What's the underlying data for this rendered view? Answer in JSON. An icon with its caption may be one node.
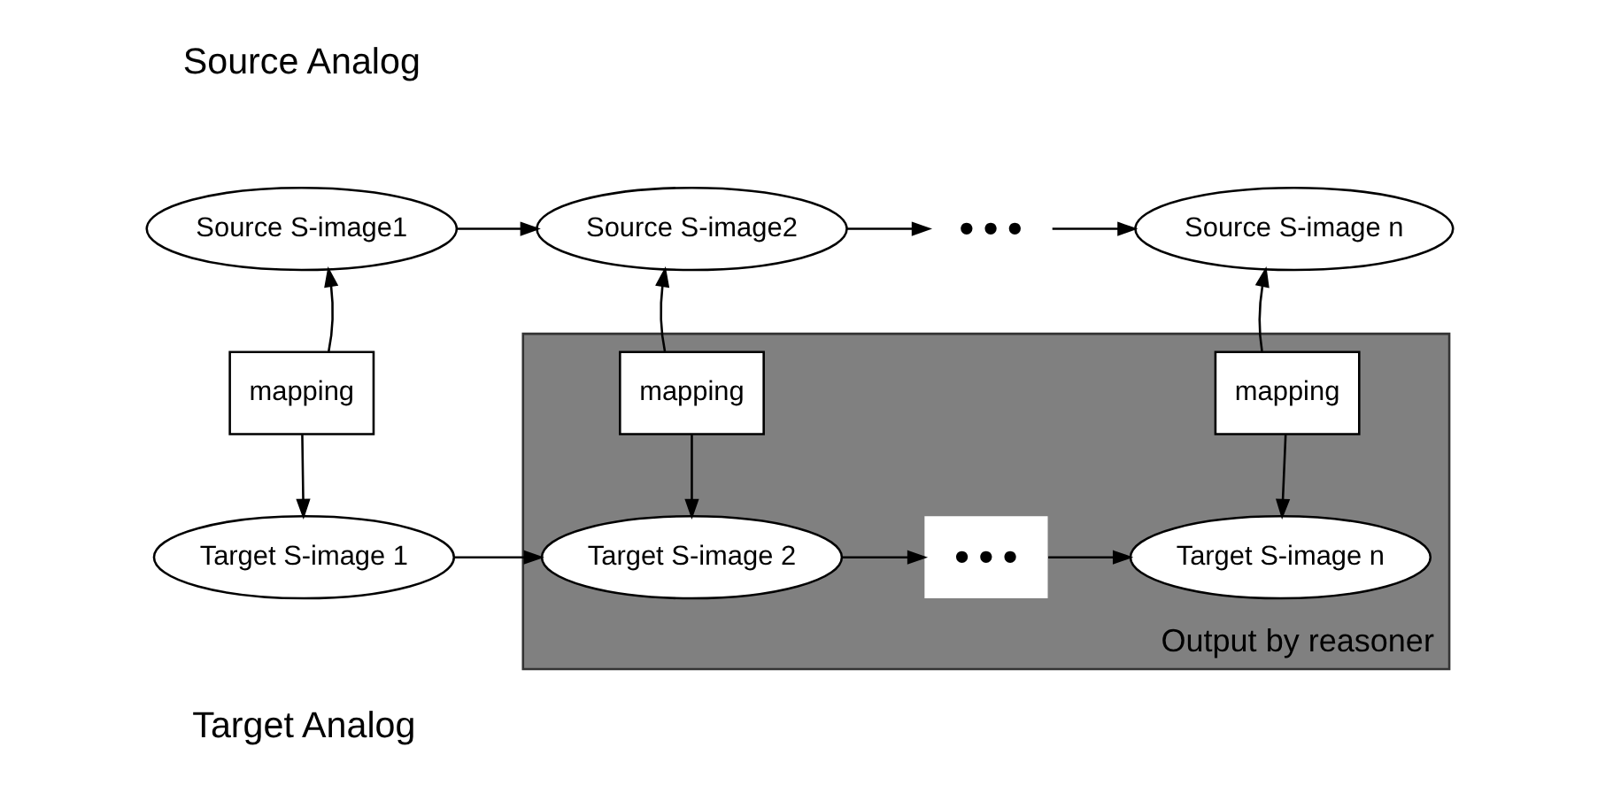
{
  "diagram": {
    "nodes": [
      {
        "text": [
          "Source S-image1"
        ]
      },
      {
        "text": [
          "Source S-image2"
        ]
      },
      {
        "text": [
          "● ● ●"
        ]
      },
      {
        "text": [
          "Source S-image n"
        ]
      },
      {
        "text": [
          "Output by reasoner"
        ]
      },
      {
        "text": [
          "mapping"
        ]
      },
      {
        "text": [
          "mapping"
        ],
        "in": 4
      },
      {
        "text": [
          "mapping"
        ],
        "in": 4
      },
      {
        "text": [
          "Target S-image 1"
        ]
      },
      {
        "text": [
          "Target S-image 2"
        ],
        "in": 4
      },
      {
        "text": [
          "● ● ●"
        ],
        "in": 4
      },
      {
        "text": [
          "Target S-image n"
        ],
        "in": 4
      }
    ],
    "edges": [
      {
        "from": 0,
        "to": 1,
        "arrow": "to"
      },
      {
        "from": 1,
        "to": 2,
        "arrow": "to"
      },
      {
        "from": 2,
        "to": 3,
        "arrow": "to"
      },
      {
        "from": 5,
        "to": 0,
        "arrow": "to"
      },
      {
        "from": 5,
        "to": 8,
        "arrow": "to"
      },
      {
        "from": 6,
        "to": 1,
        "arrow": "to"
      },
      {
        "from": 6,
        "to": 9,
        "arrow": "to"
      },
      {
        "from": 7,
        "to": 3,
        "arrow": "to"
      },
      {
        "from": 7,
        "to": 11,
        "arrow": "to"
      },
      {
        "from": 8,
        "to": 9,
        "arrow": "to"
      },
      {
        "from": 9,
        "to": 10,
        "arrow": "to"
      },
      {
        "from": 10,
        "to": 11,
        "arrow": "to"
      }
    ],
    "labels": [
      "Source Analog",
      "Target Analog"
    ]
  }
}
